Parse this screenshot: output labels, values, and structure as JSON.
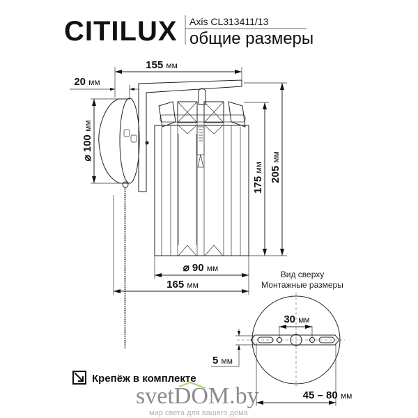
{
  "header": {
    "brand": "CITILUX",
    "model": "Axis CL313411/13",
    "subtitle": "общие размеры"
  },
  "dimensions": {
    "unit": "мм",
    "arm_length": "155",
    "wall_offset": "20",
    "plate_diameter": "⌀ 100",
    "shade_height": "175",
    "total_height": "205",
    "shade_diameter": "⌀ 90",
    "total_depth": "165"
  },
  "top_view": {
    "title": "Вид сверху",
    "subtitle": "Монтажные размеры",
    "hole_spacing": "30",
    "bar_width": "5",
    "mount_range": "45 – 80"
  },
  "footer": {
    "mounting_included": "Крепёж в комплекте",
    "watermark": "svetDOM.by",
    "watermark_tagline": "мир света для вашего дома"
  },
  "colors": {
    "text": "#111111",
    "watermark_green": "#8cc63f",
    "watermark_gray": "#9a9a9a"
  }
}
